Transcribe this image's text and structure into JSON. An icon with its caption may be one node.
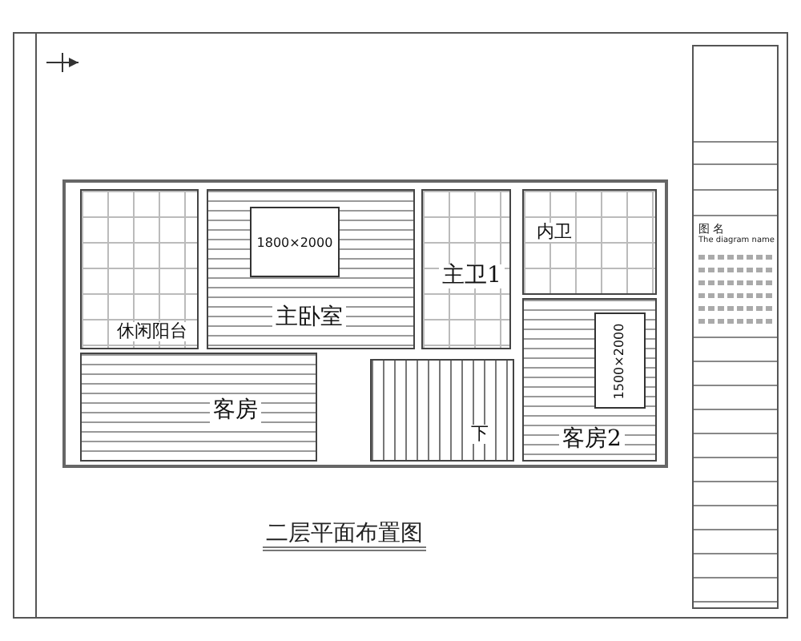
{
  "diagram": {
    "title": "二层平面布置图",
    "nodes": [
      {
        "text": [
          "休闲阳台"
        ]
      },
      {
        "text": [
          "主卧室"
        ]
      },
      {
        "text": [
          "主卫1"
        ]
      },
      {
        "text": [
          "内卫"
        ]
      },
      {
        "text": [
          "客房2"
        ]
      },
      {
        "text": [
          "客房"
        ]
      },
      {
        "text": [
          "下"
        ]
      }
    ],
    "labels": [
      "1800×2000",
      "1500×2000",
      "图 名",
      "The diagram name"
    ]
  }
}
